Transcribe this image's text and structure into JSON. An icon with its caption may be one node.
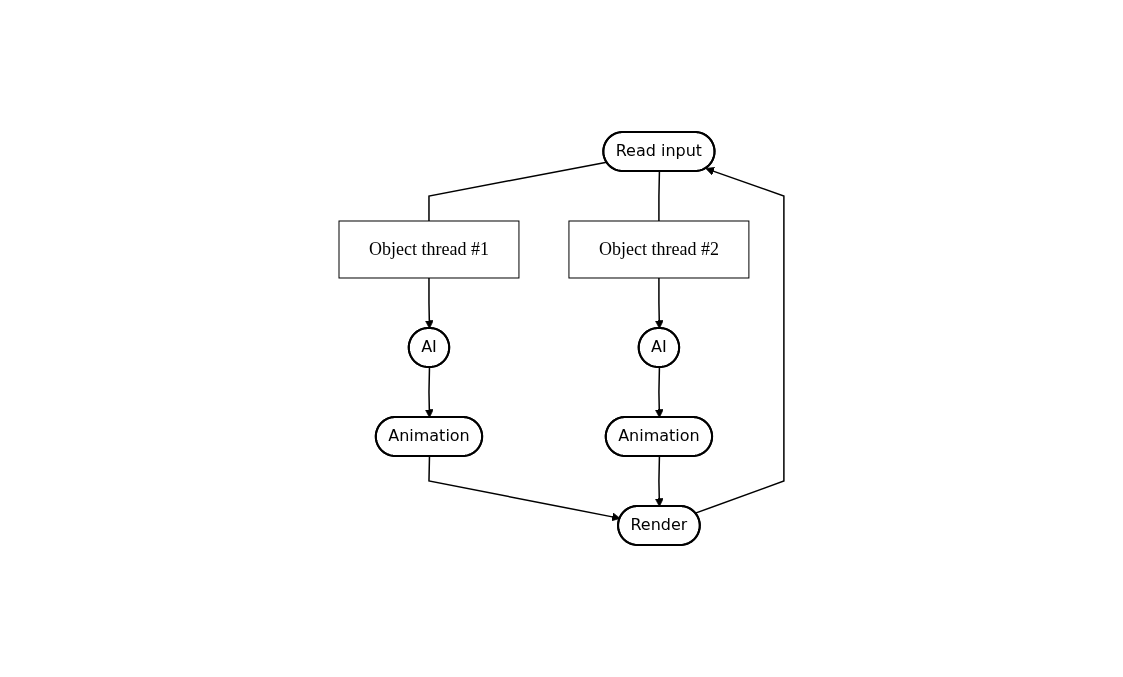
{
  "diagram": {
    "nodes": [
      {
        "text": [
          "Read input"
        ]
      },
      {
        "text": [
          "Object thread #1"
        ]
      },
      {
        "text": [
          "Object thread #2"
        ]
      },
      {
        "text": [
          "AI"
        ]
      },
      {
        "text": [
          "Animation"
        ]
      },
      {
        "text": [
          "AI"
        ]
      },
      {
        "text": [
          "Animation"
        ]
      },
      {
        "text": [
          "Render"
        ]
      }
    ],
    "edges": [
      {
        "from": 0,
        "to": 1,
        "arrow": "none"
      },
      {
        "from": 0,
        "to": 2,
        "arrow": "none"
      },
      {
        "from": 1,
        "to": 3,
        "arrow": "to"
      },
      {
        "from": 3,
        "to": 4,
        "arrow": "to"
      },
      {
        "from": 2,
        "to": 5,
        "arrow": "to"
      },
      {
        "from": 5,
        "to": 6,
        "arrow": "to"
      },
      {
        "from": 4,
        "to": 7,
        "arrow": "to"
      },
      {
        "from": 6,
        "to": 7,
        "arrow": "to"
      },
      {
        "from": 7,
        "to": 0,
        "arrow": "to"
      }
    ]
  }
}
